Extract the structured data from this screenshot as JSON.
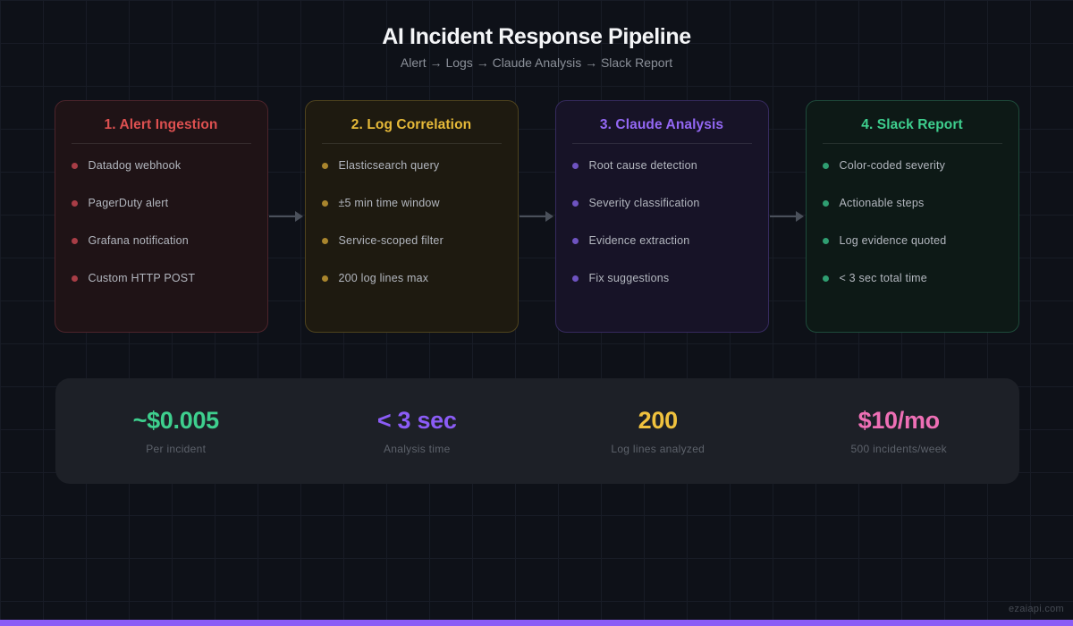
{
  "header": {
    "title": "AI Incident Response Pipeline",
    "subtitle": "Alert → Logs → Claude Analysis → Slack Report"
  },
  "cards": [
    {
      "title": "1. Alert Ingestion",
      "accent": "#dd5050",
      "bullet_color": "#a83d46",
      "bg": "#1f1316",
      "border": "#4d242b",
      "items": [
        "Datadog webhook",
        "PagerDuty alert",
        "Grafana notification",
        "Custom HTTP POST"
      ]
    },
    {
      "title": "2. Log Correlation",
      "accent": "#e7ba39",
      "bullet_color": "#a9852d",
      "bg": "#1e1a10",
      "border": "#4f431d",
      "items": [
        "Elasticsearch query",
        "±5 min time window",
        "Service-scoped filter",
        "200 log lines max"
      ]
    },
    {
      "title": "3. Claude Analysis",
      "accent": "#9468f5",
      "bullet_color": "#6e53c0",
      "bg": "#171327",
      "border": "#362a5e",
      "items": [
        "Root cause detection",
        "Severity classification",
        "Evidence extraction",
        "Fix suggestions"
      ]
    },
    {
      "title": "4. Slack Report",
      "accent": "#3ecf8e",
      "bullet_color": "#2f9e71",
      "bg": "#0d1916",
      "border": "#1e4a3a",
      "items": [
        "Color-coded severity",
        "Actionable steps",
        "Log evidence quoted",
        "< 3 sec total time"
      ]
    }
  ],
  "stats": [
    {
      "value": "~$0.005",
      "label": "Per incident",
      "color": "#3ecf8e"
    },
    {
      "value": "< 3 sec",
      "label": "Analysis time",
      "color": "#8b5cf6"
    },
    {
      "value": "200",
      "label": "Log lines analyzed",
      "color": "#f0c23e"
    },
    {
      "value": "$10/mo",
      "label": "500 incidents/week",
      "color": "#ee6fb5"
    }
  ],
  "watermark": "ezaiapi.com",
  "footer_bar_color": "#8b5cf6"
}
